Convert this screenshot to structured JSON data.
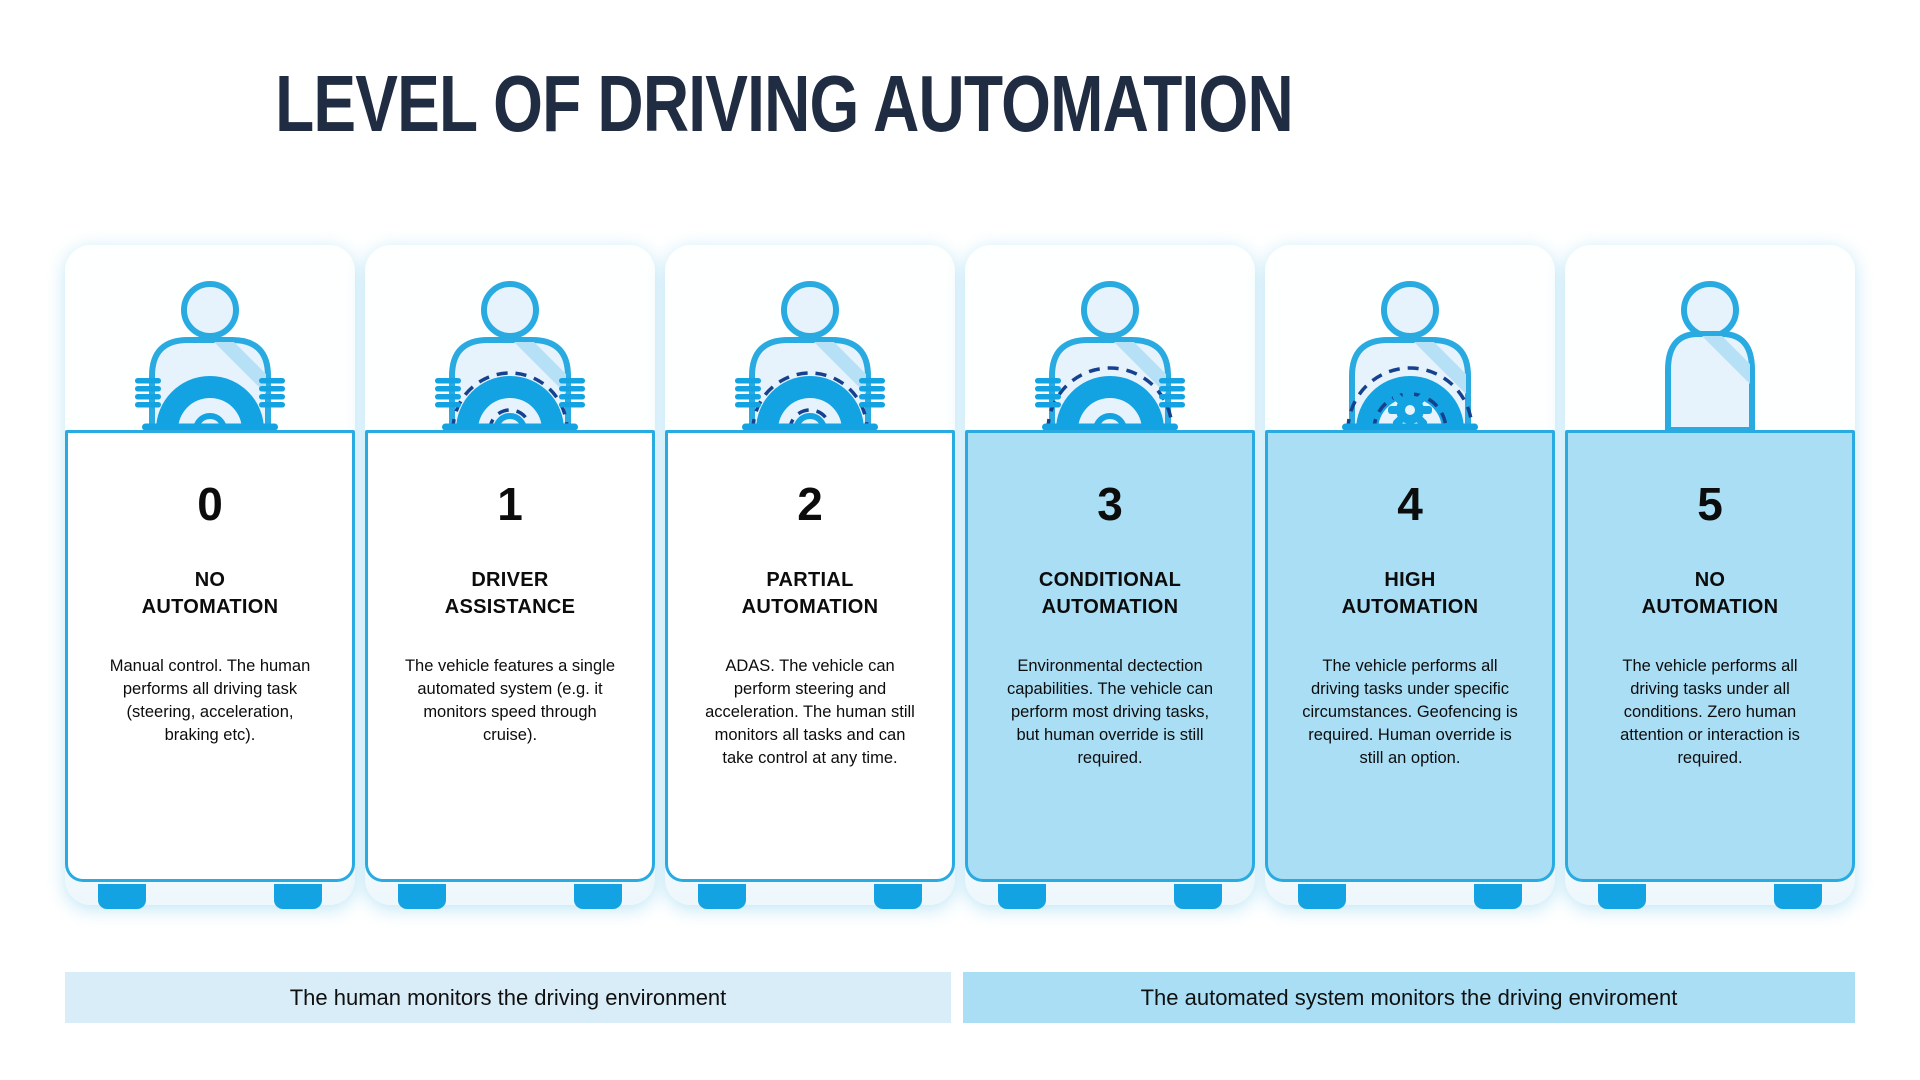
{
  "title": "LEVEL OF DRIVING AUTOMATION",
  "colors": {
    "title": "#202c42",
    "accent_blue": "#29abe2",
    "solid_blue": "#14a3e2",
    "navy_dash": "#15418f",
    "icon_fill": "#e7f3fc",
    "seatbelt": "#b5e0f5",
    "card_bg": "#ffffff",
    "card_highlight_bg": "#a9def5",
    "banner_left_bg": "#d9edf9",
    "banner_right_bg": "#a9def5",
    "text": "#0c0c0c"
  },
  "levels": [
    {
      "number": "0",
      "title": "NO\nAUTOMATION",
      "description": "Manual control. The human performs all driving task (steering, acceleration, braking etc).",
      "icon": "driver-hands-wheel-icon",
      "highlight": false
    },
    {
      "number": "1",
      "title": "DRIVER\nASSISTANCE",
      "description": "The vehicle features a single automated system (e.g. it monitors speed through cruise).",
      "icon": "driver-hands-wheel-dashed-icon",
      "highlight": false
    },
    {
      "number": "2",
      "title": "PARTIAL\nAUTOMATION",
      "description": "ADAS. The vehicle can perform steering and acceleration. The human still monitors all tasks and can take control at any time.",
      "icon": "driver-hands-wheel-dashed-icon",
      "highlight": false
    },
    {
      "number": "3",
      "title": "CONDITIONAL\nAUTOMATION",
      "description": "Environmental dectection capabilities. The vehicle can perform most driving tasks, but human override is still required.",
      "icon": "driver-hands-wheel-dashed-arc-icon",
      "highlight": true
    },
    {
      "number": "4",
      "title": "HIGH\nAUTOMATION",
      "description": "The vehicle performs all driving tasks under specific circumstances. Geofencing is required. Human override is still an option.",
      "icon": "driver-gear-dashed-icon",
      "highlight": true
    },
    {
      "number": "5",
      "title": "NO\nAUTOMATION",
      "description": "The vehicle performs all driving tasks under all conditions. Zero human attention or interaction is required.",
      "icon": "passenger-seatbelt-icon",
      "highlight": true
    }
  ],
  "banners": {
    "left": {
      "label": "The human monitors the driving environment"
    },
    "right": {
      "label": "The automated system monitors the driving enviroment"
    }
  }
}
